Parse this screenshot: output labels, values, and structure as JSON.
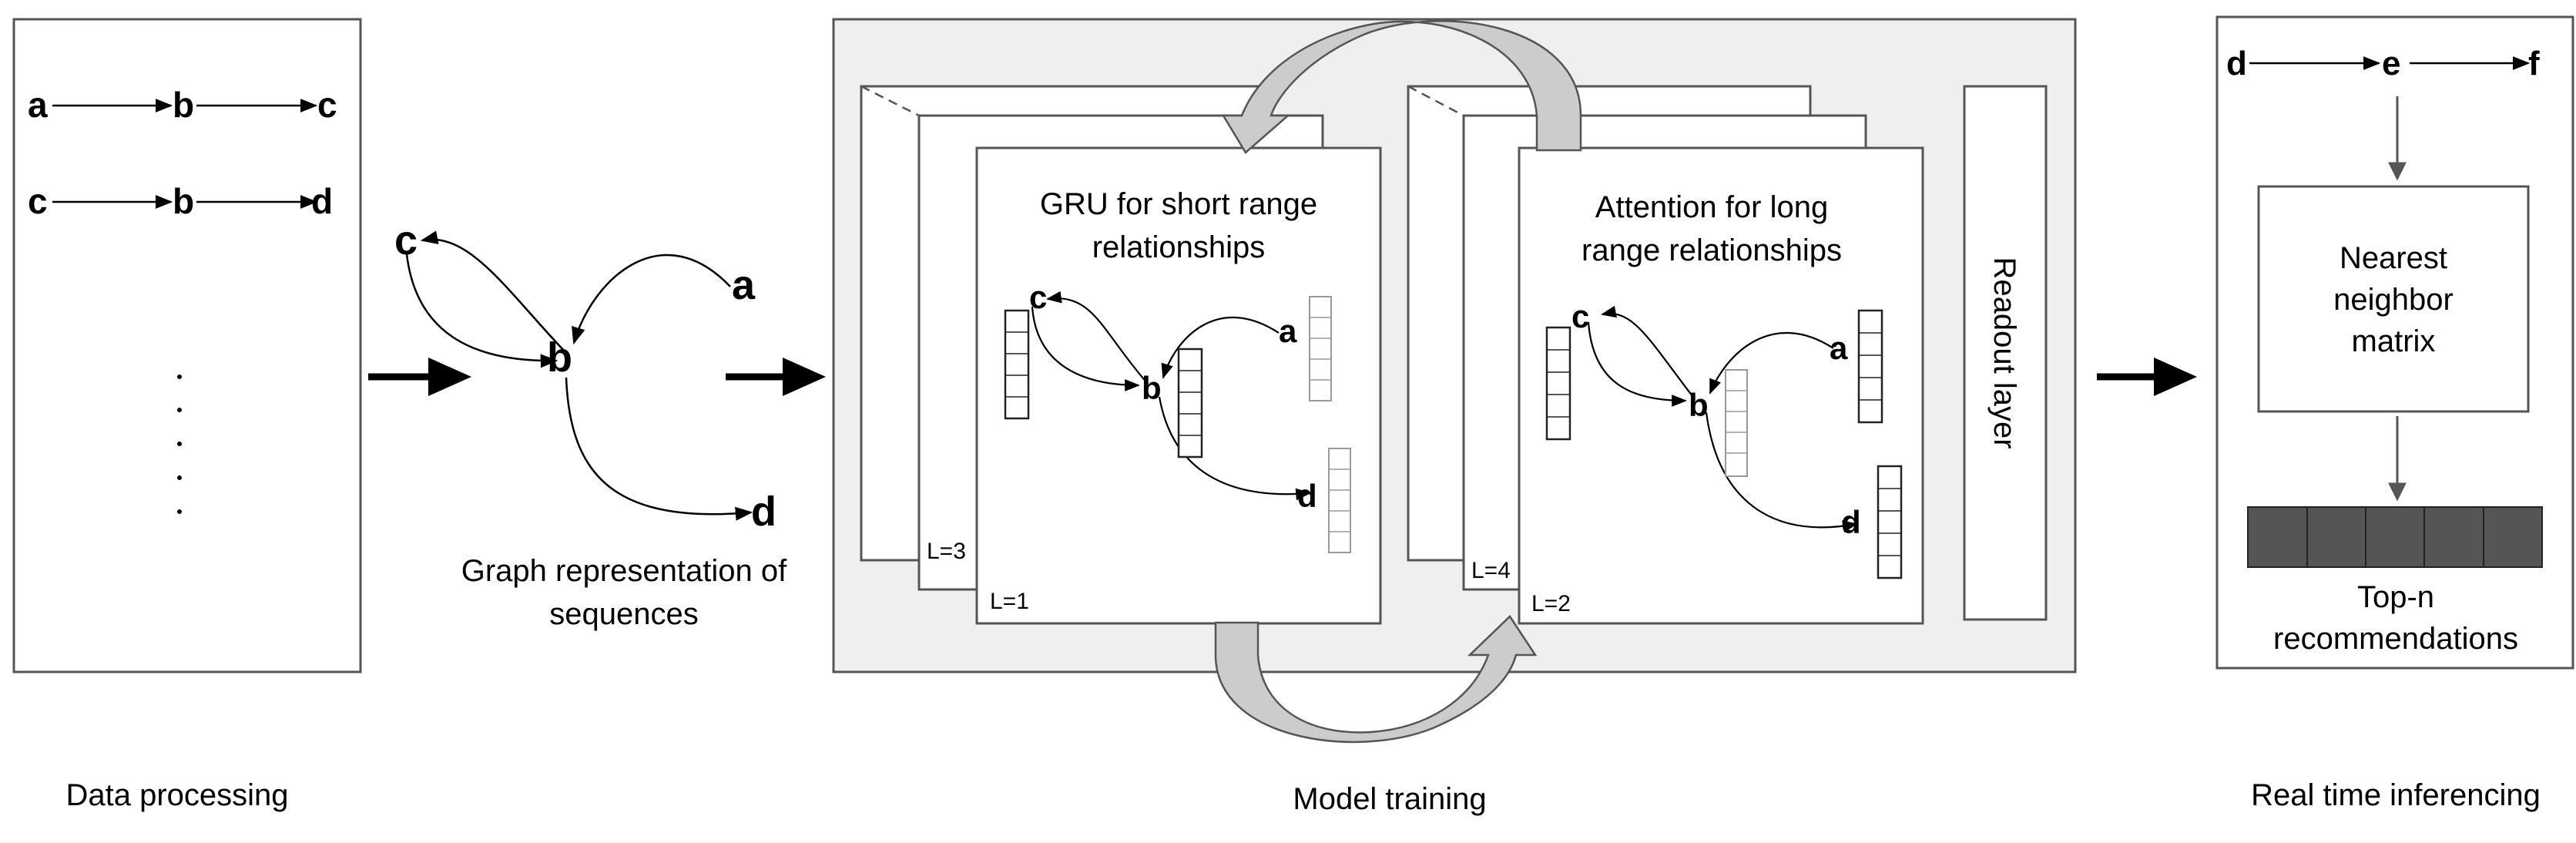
{
  "stages": {
    "data_processing": "Data processing",
    "model_training": "Model training",
    "real_time_inferencing": "Real time inferencing"
  },
  "sequences": [
    [
      "a",
      "b",
      "c"
    ],
    [
      "c",
      "b",
      "d"
    ]
  ],
  "graph": {
    "caption_line1": "Graph representation of",
    "caption_line2": "sequences",
    "nodes": [
      "c",
      "b",
      "a",
      "d"
    ]
  },
  "gru": {
    "title_line1": "GRU for short range",
    "title_line2": "relationships",
    "layer_back": "L=3",
    "layer_front": "L=1",
    "nodes": [
      "c",
      "b",
      "a",
      "d"
    ]
  },
  "attention": {
    "title_line1": "Attention for long",
    "title_line2": "range relationships",
    "layer_back": "L=4",
    "layer_front": "L=2",
    "nodes": [
      "c",
      "b",
      "a",
      "d"
    ]
  },
  "readout": "Readout layer",
  "inference": {
    "sequence": [
      "d",
      "e",
      "f"
    ],
    "matrix_line1": "Nearest",
    "matrix_line2": "neighbor",
    "matrix_line3": "matrix",
    "output_line1": "Top-n",
    "output_line2": "recommendations"
  },
  "colors": {
    "panel": "#efefef",
    "cell": "#555555",
    "curved_arrow": "#cccccc"
  }
}
